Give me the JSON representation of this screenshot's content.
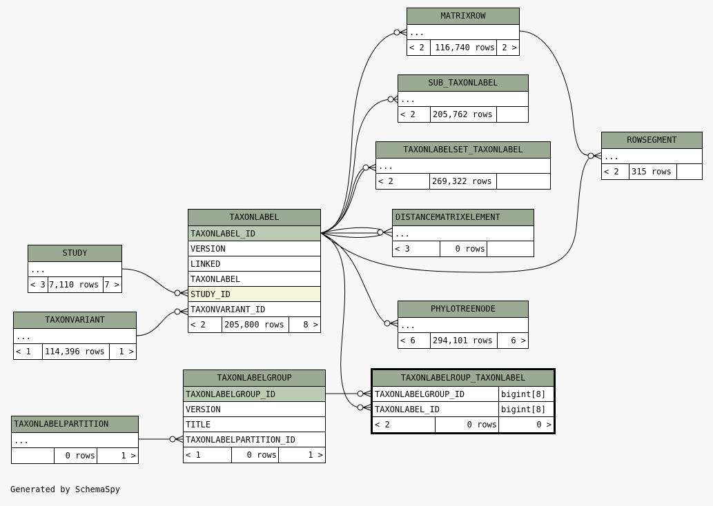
{
  "tables": {
    "matrixrow": {
      "title": "MATRIXROW",
      "rows": [
        "..."
      ],
      "footer": {
        "parents": "< 2",
        "rows": "116,740 rows",
        "children": "2 >"
      }
    },
    "sub_taxonlabel": {
      "title": "SUB_TAXONLABEL",
      "rows": [
        "..."
      ],
      "footer": {
        "parents": "< 2",
        "rows": "205,762 rows",
        "children": ""
      }
    },
    "taxonlabelset_taxonlabel": {
      "title": "TAXONLABELSET_TAXONLABEL",
      "rows": [
        "..."
      ],
      "footer": {
        "parents": "< 2",
        "rows": "269,322 rows",
        "children": ""
      }
    },
    "distancematrixelement": {
      "title": "DISTANCEMATRIXELEMENT",
      "rows": [
        "..."
      ],
      "footer": {
        "parents": "< 3",
        "rows": "0 rows",
        "children": ""
      }
    },
    "rowsegment": {
      "title": "ROWSEGMENT",
      "rows": [
        "..."
      ],
      "footer": {
        "parents": "< 2",
        "rows": "315 rows",
        "children": ""
      }
    },
    "taxonlabel": {
      "title": "TAXONLABEL",
      "rows": [
        "TAXONLABEL_ID",
        "VERSION",
        "LINKED",
        "TAXONLABEL",
        "STUDY_ID",
        "TAXONVARIANT_ID"
      ],
      "footer": {
        "parents": "< 2",
        "rows": "205,800 rows",
        "children": "8 >"
      }
    },
    "study": {
      "title": "STUDY",
      "rows": [
        "..."
      ],
      "footer": {
        "parents": "< 3",
        "rows": "7,110 rows",
        "children": "7 >"
      }
    },
    "taxonvariant": {
      "title": "TAXONVARIANT",
      "rows": [
        "..."
      ],
      "footer": {
        "parents": "< 1",
        "rows": "114,396 rows",
        "children": "1 >"
      }
    },
    "phylotreenode": {
      "title": "PHYLOTREENODE",
      "rows": [
        "..."
      ],
      "footer": {
        "parents": "< 6",
        "rows": "294,101 rows",
        "children": "6 >"
      }
    },
    "taxonlabelgroup": {
      "title": "TAXONLABELGROUP",
      "rows": [
        "TAXONLABELGROUP_ID",
        "VERSION",
        "TITLE",
        "TAXONLABELPARTITION_ID"
      ],
      "footer": {
        "parents": "< 1",
        "rows": "0 rows",
        "children": "1 >"
      }
    },
    "taxonlabelroup_taxonlabel": {
      "title": "TAXONLABELROUP_TAXONLABEL",
      "columns": [
        {
          "name": "TAXONLABELGROUP_ID",
          "type": "bigint[8]"
        },
        {
          "name": "TAXONLABEL_ID",
          "type": "bigint[8]"
        }
      ],
      "footer": {
        "parents": "< 2",
        "rows": "0 rows",
        "children": "0 >"
      }
    },
    "taxonlabelpartition": {
      "title": "TAXONLABELPARTITION",
      "rows": [
        "..."
      ],
      "footer": {
        "parents": "",
        "rows": "0 rows",
        "children": "1 >"
      }
    }
  },
  "credit": "Generated by SchemaSpy",
  "colors": {
    "header": "#9baa92",
    "primary_key": "#bccbb4",
    "foreign_key": "#f5f5dc",
    "background": "#f7f7f7"
  }
}
